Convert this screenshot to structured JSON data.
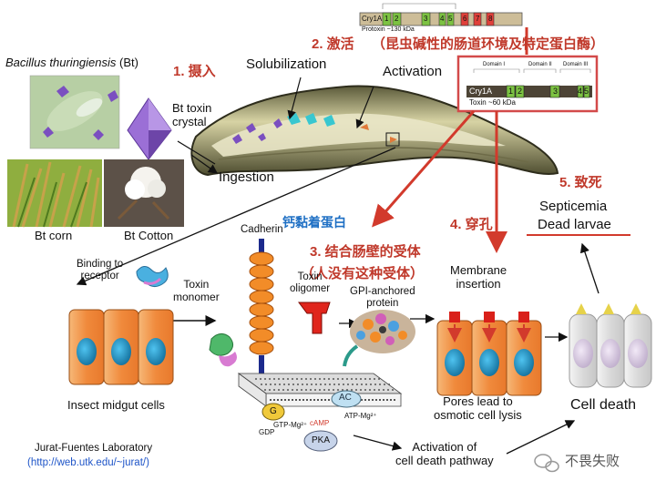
{
  "organism": {
    "name_italic": "Bacillus thuringiensis",
    "abbr": "(Bt)"
  },
  "crystal_label": "Bt toxin\ncrystal",
  "photos": {
    "corn": "Bt corn",
    "cotton": "Bt Cotton"
  },
  "gut_labels": {
    "solubilization": "Solubilization",
    "activation": "Activation",
    "ingestion": "Ingestion"
  },
  "steps": {
    "s1": "1. 摄入",
    "s2": "2. 激活",
    "s2_note": "（昆虫碱性的肠道环境及特定蛋白酶）",
    "s3": "3. 结合肠壁的受体",
    "s3_note": "（人没有这种受体）",
    "s4": "4. 穿孔",
    "s5": "5. 致死"
  },
  "calcium_note": "钙黏着蛋白",
  "protoxin": {
    "gene": "Cry1A",
    "domains": [
      "1",
      "2",
      "3",
      "4",
      "5",
      "6",
      "7",
      "8"
    ],
    "caption": "Protoxin ~130 kDa"
  },
  "toxin": {
    "gene": "Cry1A",
    "domain_labels": [
      "Domain I",
      "Domain II",
      "Domain III"
    ],
    "blocks": [
      "1",
      "2",
      "3",
      "4",
      "5"
    ],
    "caption": "Toxin ~60 kDa"
  },
  "molecules": {
    "binding": "Binding to\nreceptor",
    "monomer": "Toxin\nmonomer",
    "cadherin": "Cadherin",
    "oligomer": "Toxin\noligomer",
    "gpi": "GPI-anchored\nprotein",
    "membrane_insertion": "Membrane\ninsertion"
  },
  "signaling": {
    "ac": "AC",
    "g": "G",
    "gtp": "GTP-Mg²⁺",
    "gdp": "GDP",
    "camp": "cAMP",
    "atp": "ATP-Mg²⁺",
    "pka": "PKA"
  },
  "outcomes": {
    "midgut": "Insect midgut cells",
    "pores": "Pores lead to\nosmotic cell lysis",
    "cell_death": "Cell death",
    "septicemia": "Septicemia",
    "dead_larvae": "Dead larvae",
    "pathway": "Activation of\ncell death pathway"
  },
  "credit": {
    "lab": "Jurat-Fuentes Laboratory",
    "url": "(http://web.utk.edu/~jurat/)"
  },
  "watermark": "不畏失败",
  "colors": {
    "step_red": "#c0392b",
    "note_blue": "#1e6fc4",
    "domain_green": "#7cc242",
    "domain_red": "#e0403a",
    "cell_orange": "#f2a35c",
    "nucleus_blue": "#1b86b8"
  }
}
